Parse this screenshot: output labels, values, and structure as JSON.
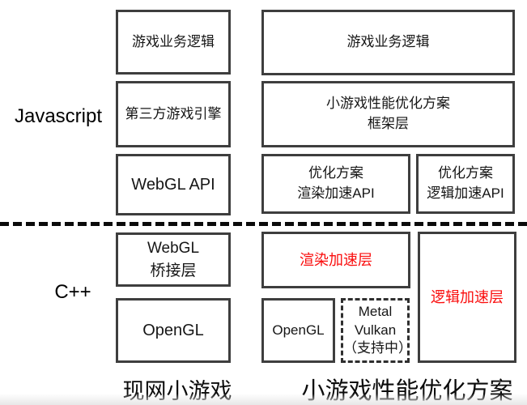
{
  "colors": {
    "box_border": "#3e3e3e",
    "red_accent": "#fa0d0d",
    "text": "#161616"
  },
  "labels": {
    "javascript": "Javascript",
    "cpp": "C++",
    "left_group_caption": "现网小游戏",
    "right_group_caption": "小游戏性能优化方案"
  },
  "boxes": {
    "game_logic_left": "游戏业务逻辑",
    "third_party_engine": "第三方游戏引擎",
    "webgl_api": "WebGL API",
    "game_logic_right": "游戏业务逻辑",
    "framework": {
      "line1": "小游戏性能优化方案",
      "line2": "框架层"
    },
    "render_api": {
      "line1": "优化方案",
      "line2": "渲染加速API"
    },
    "logic_api": {
      "line1": "优化方案",
      "line2": "逻辑加速API"
    },
    "webgl_bridge": {
      "line1": "WebGL",
      "line2": "桥接层"
    },
    "opengl_left": "OpenGL",
    "render_layer": "渲染加速层",
    "logic_layer": "逻辑加速层",
    "opengl_right": "OpenGL",
    "metal_vulkan": {
      "line1": "Metal",
      "line2": "Vulkan",
      "line3": "（支持中）"
    }
  }
}
